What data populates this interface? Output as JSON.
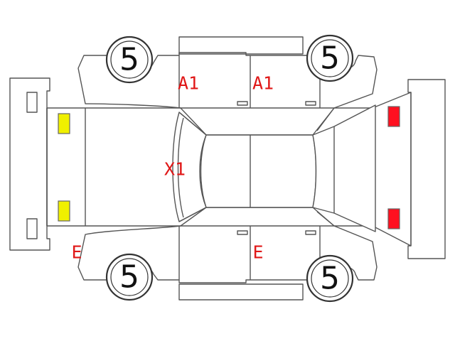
{
  "tires": {
    "front_left": "5",
    "rear_left": "5",
    "front_right": "5",
    "rear_right": "5"
  },
  "damage_codes": {
    "front_door_left": "A1",
    "rear_door_left": "A1",
    "windshield": "X1",
    "front_bumper_right": "E",
    "rear_door_right": "E"
  },
  "colors": {
    "outline": "#555555",
    "code_text": "#e01818",
    "headlight": "#f0f000",
    "taillight": "#ff1020"
  }
}
